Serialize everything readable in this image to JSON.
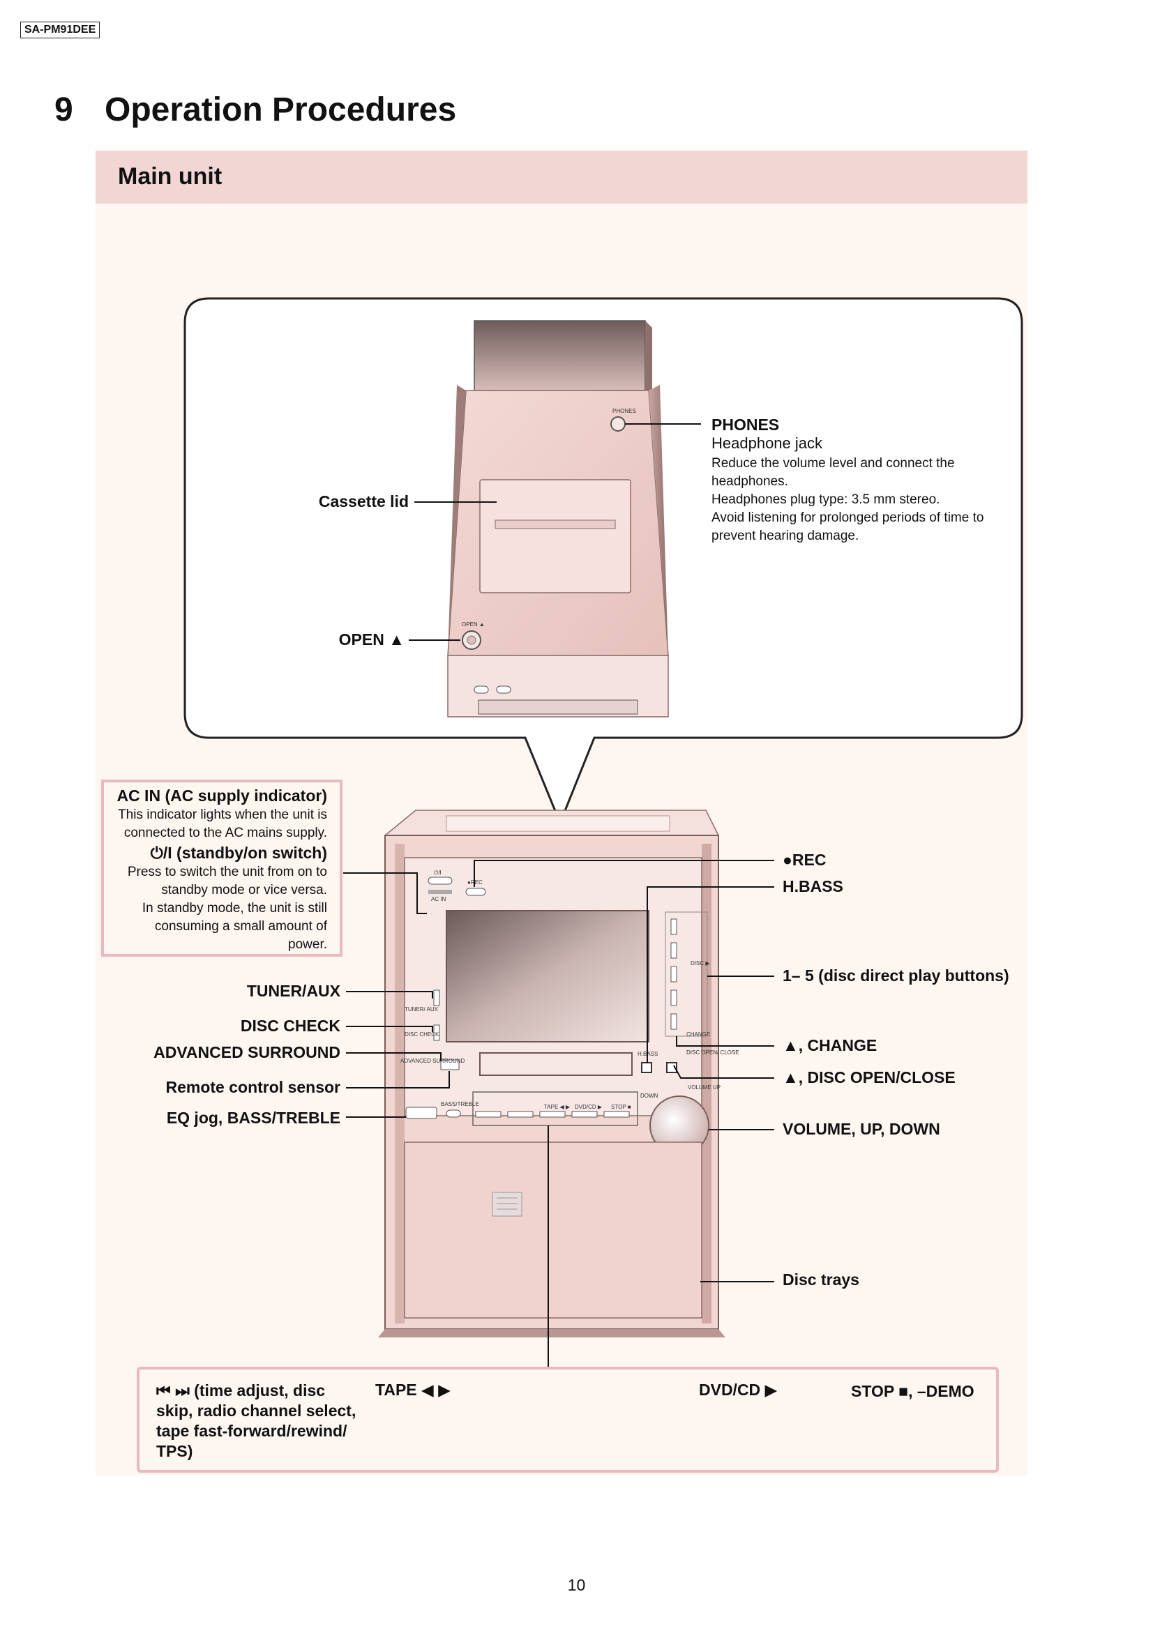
{
  "header": {
    "model": "SA-PM91DEE"
  },
  "section": {
    "number": "9",
    "title": "Operation Procedures"
  },
  "panel": {
    "title": "Main unit"
  },
  "top_callouts": {
    "phones_title": "PHONES",
    "phones_subtitle": "Headphone jack",
    "phones_desc": [
      "Reduce the volume level and connect the",
      "headphones.",
      "Headphones plug type: 3.5 mm stereo.",
      "Avoid listening for prolonged periods of time to",
      "prevent hearing damage."
    ],
    "cassette_lid": "Cassette lid",
    "open": "OPEN ▲",
    "device_phones": "PHONES",
    "device_open": "OPEN ▲"
  },
  "ac_box": {
    "ac_title": "AC IN (AC supply indicator)",
    "ac_desc": [
      "This indicator lights when the unit is",
      "connected to the AC mains supply."
    ],
    "standby_title": "⏻/I (standby/on switch)",
    "standby_desc": [
      "Press to switch the unit from on to",
      "standby mode or vice versa.",
      "In standby mode, the unit is still",
      "consuming a small amount of",
      "power."
    ]
  },
  "left_callouts": [
    "TUNER/AUX",
    "DISC CHECK",
    "ADVANCED SURROUND",
    "Remote control sensor",
    "EQ jog, BASS/TREBLE"
  ],
  "right_callouts": [
    "●REC",
    "H.BASS",
    "1– 5 (disc direct play buttons)",
    "▲, CHANGE",
    "▲, DISC OPEN/CLOSE",
    "VOLUME, UP, DOWN",
    "Disc trays"
  ],
  "bottom_box": {
    "skip": [
      "⏮ ⏭ (time adjust, disc",
      "skip, radio channel select,",
      "tape fast-forward/rewind/",
      "TPS)"
    ],
    "tape": "TAPE ◀ ▶",
    "dvd": "DVD/CD ▶",
    "stop": "STOP ■, –DEMO"
  },
  "device_labels": {
    "standby": "⏻/I",
    "ac_in": "AC IN",
    "rec": "●REC",
    "tuner": "TUNER/ AUX",
    "disc_check": "DISC CHECK",
    "adv_surround": "ADVANCED SURROUND",
    "hbass": "H.BASS",
    "disc": "DISC ▶",
    "change": "CHANGE",
    "disc_open": "DISC OPEN/ CLOSE",
    "volume_up": "VOLUME UP",
    "down": "DOWN",
    "bass_treble": "BASS/TREBLE",
    "tape_btn": "TAPE ◀ ▶",
    "dvd_btn": "DVD/CD ▶",
    "stop_btn": "STOP ■"
  },
  "footer": {
    "page_number": "10"
  },
  "colors": {
    "panel_bg": "#fdf6f1",
    "panel_header": "#f1d6d4",
    "box_border": "#e8b9bf",
    "device_pink": "#f0cfcc"
  }
}
